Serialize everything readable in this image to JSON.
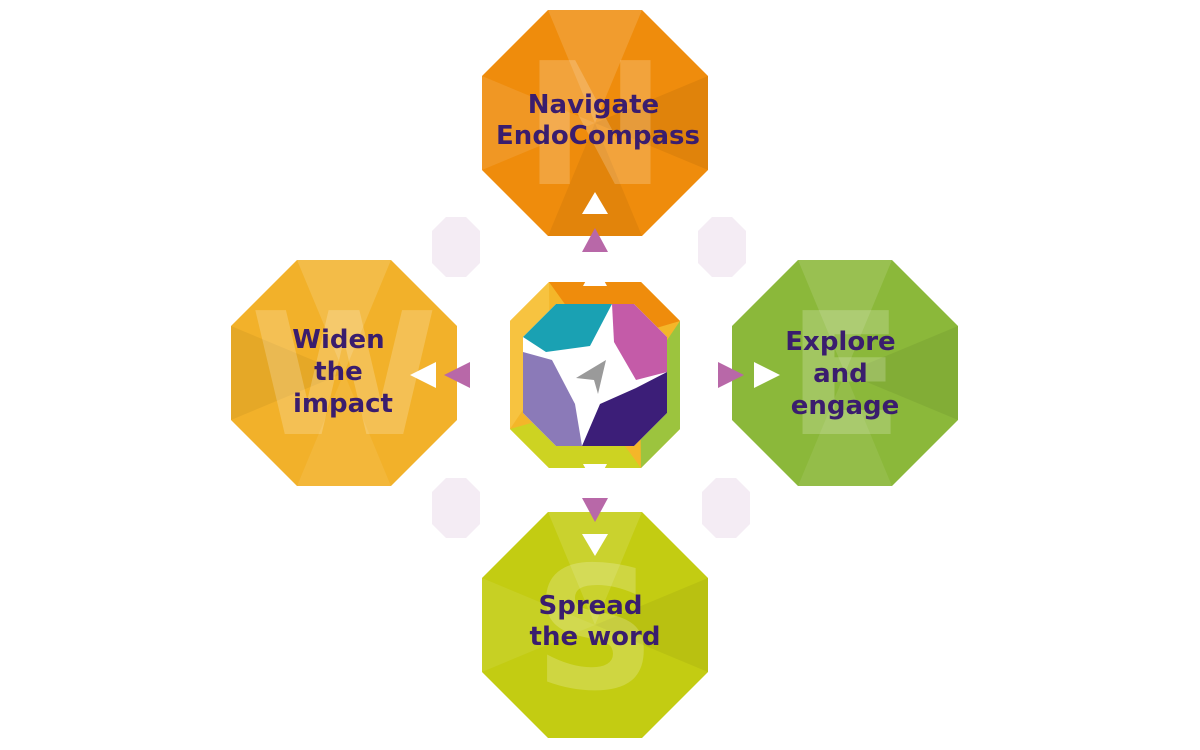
{
  "diagram": {
    "north": {
      "letter": "N",
      "label_lines": [
        "Navigate",
        "EndoCompass"
      ]
    },
    "east": {
      "letter": "E",
      "label_lines": [
        "Explore",
        "and",
        "engage"
      ]
    },
    "south": {
      "letter": "S",
      "label_lines": [
        "Spread",
        "the word"
      ]
    },
    "west": {
      "letter": "W",
      "label_lines": [
        "Widen",
        "the",
        "impact"
      ]
    }
  },
  "colors": {
    "north": "#ef8c0c",
    "east": "#8bb83a",
    "south": "#c3cc12",
    "west": "#f2b12a",
    "text": "#3a1d6e",
    "arrow": "#b868a8",
    "dot": "#f4ecf4"
  },
  "icons": {
    "center": "compass-logo-icon",
    "arrows": "triangle-arrow-icon"
  }
}
